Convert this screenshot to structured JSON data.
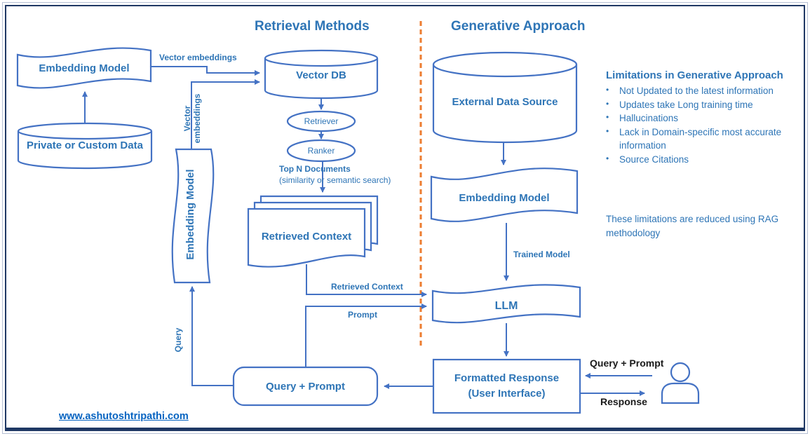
{
  "titles": {
    "retrieval": "Retrieval Methods",
    "generative": "Generative Approach"
  },
  "nodes": {
    "embedding_model_tl": "Embedding Model",
    "private_data": "Private or Custom Data",
    "vector_db": "Vector DB",
    "retriever": "Retriever",
    "ranker": "Ranker",
    "retrieved_context": "Retrieved Context",
    "embedding_model_left": "Embedding Model",
    "external_data_source": "External Data Source",
    "embedding_model_right": "Embedding Model",
    "llm": "LLM",
    "formatted_response_line1": "Formatted Response",
    "formatted_response_line2": "(User Interface)",
    "query_prompt": "Query + Prompt"
  },
  "edge_labels": {
    "vector_embeddings_h": "Vector embeddings",
    "vector_embeddings_v_line1": "Vector",
    "vector_embeddings_v_line2": "embeddings",
    "top_n_line1": "Top N Documents",
    "top_n_line2": "(similarity or semantic search)",
    "retrieved_context": "Retrieved Context",
    "prompt": "Prompt",
    "query": "Query",
    "trained_model": "Trained Model",
    "user_query_prompt": "Query + Prompt",
    "response": "Response"
  },
  "limitations": {
    "title": "Limitations in Generative Approach",
    "items": [
      "Not Updated to the latest information",
      "Updates take Long training time",
      "Hallucinations",
      "Lack in Domain-specific most accurate information",
      "Source Citations"
    ]
  },
  "note": "These limitations are reduced using RAG methodology",
  "footer_link": "www.ashutoshtripathi.com",
  "colors": {
    "shape_stroke": "#4472C4",
    "text_blue": "#2E75B6",
    "divider_orange": "#ED7D31",
    "link_blue": "#0563C1",
    "label_black": "#1A1A1A",
    "frame_navy": "#1F3864"
  }
}
